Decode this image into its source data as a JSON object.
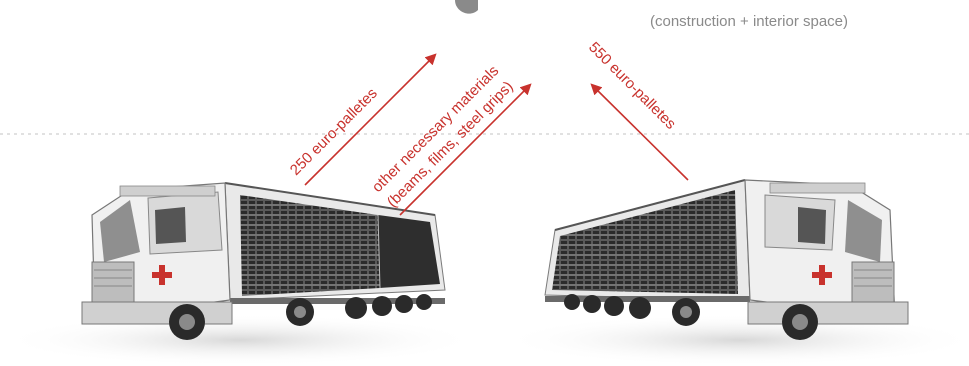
{
  "labels": {
    "top_right_caption": "(construction + interior space)",
    "left_arrow_1": "250 euro-palletes",
    "left_arrow_2_line1": "other necessary materials",
    "left_arrow_2_line2": "(beams, films, steel grips)",
    "right_arrow": "550 euro-palletes"
  },
  "colors": {
    "accent_red": "#c8322d",
    "caption_grey": "#8a8a8a",
    "truck_body": "#eeeeee",
    "cargo_dark": "#3a3a3a"
  },
  "icons": {
    "left_truck": "truck-with-pallets-icon",
    "right_truck": "truck-with-pallets-icon",
    "red_cross": "red-cross-icon"
  }
}
